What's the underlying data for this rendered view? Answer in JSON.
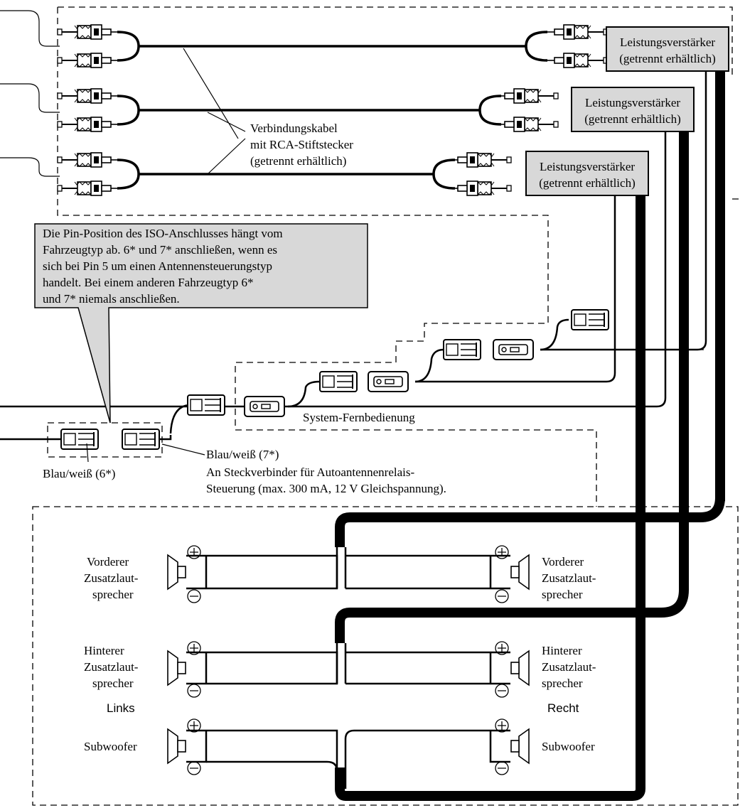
{
  "amplifiers": [
    {
      "line1": "Leistungsverstärker",
      "line2": "(getrennt erhältlich)"
    },
    {
      "line1": "Leistungsverstärker",
      "line2": "(getrennt erhältlich)"
    },
    {
      "line1": "Leistungsverstärker",
      "line2": "(getrennt erhältlich)"
    }
  ],
  "rca_cable_label": [
    "Verbindungskabel",
    "mit RCA-Stiftstecker",
    "(getrennt erhältlich)"
  ],
  "iso_note": [
    "Die Pin-Position des ISO-Anschlusses hängt vom",
    "Fahrzeugtyp ab. 6* und 7* anschließen, wenn es",
    "sich bei Pin 5 um einen Antennensteuerungstyp",
    "handelt. Bei einem anderen Fahrzeugtyp 6*",
    "und 7* niemals anschließen."
  ],
  "system_remote_label": "System-Fernbedienung",
  "blue_white_7": "Blau/weiß (7*)",
  "antenna_relay_note": [
    "An Steckverbinder für Autoantennenrelais-",
    "Steuerung (max. 300 mA, 12 V Gleichspannung)."
  ],
  "blue_white_6": "Blau/weiß (6*)",
  "side_left": "Links",
  "side_right": "Recht",
  "speakers_left": [
    [
      "Vorderer",
      "Zusatzlaut-",
      "sprecher"
    ],
    [
      "Hinterer",
      "Zusatzlaut-",
      "sprecher"
    ],
    [
      "Subwoofer"
    ]
  ],
  "speakers_right": [
    [
      "Vorderer",
      "Zusatzlaut-",
      "sprecher"
    ],
    [
      "Hinterer",
      "Zusatzlaut-",
      "sprecher"
    ],
    [
      "Subwoofer"
    ]
  ]
}
